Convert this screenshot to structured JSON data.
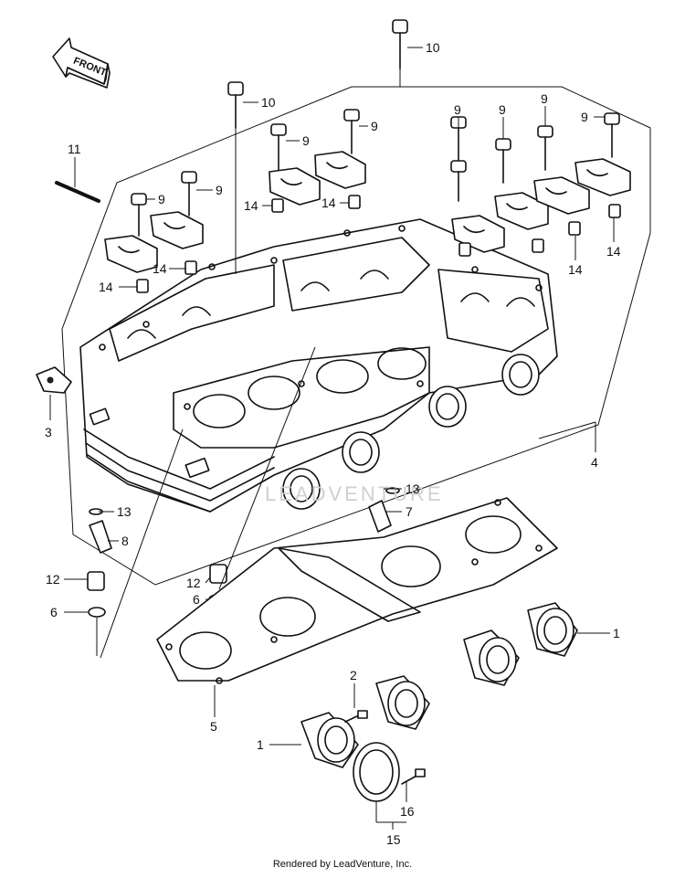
{
  "front_arrow": {
    "label": "FRONT"
  },
  "watermark": "LEADVENTURE",
  "footer": "Rendered by LeadVenture, Inc.",
  "callouts": {
    "c10a": "10",
    "c10b": "10",
    "c9a": "9",
    "c9b": "9",
    "c9c": "9",
    "c9d": "9",
    "c9e": "9",
    "c9f": "9",
    "c9g": "9",
    "c9h": "9",
    "c11": "11",
    "c14a": "14",
    "c14b": "14",
    "c14c": "14",
    "c14d": "14",
    "c14e": "14",
    "c3": "3",
    "c4": "4",
    "c13a": "13",
    "c13b": "13",
    "c7": "7",
    "c8": "8",
    "c12a": "12",
    "c12b": "12",
    "c6a": "6",
    "c6b": "6",
    "c1a": "1",
    "c1b": "1",
    "c2": "2",
    "c5": "5",
    "c16": "16",
    "c15": "15"
  }
}
